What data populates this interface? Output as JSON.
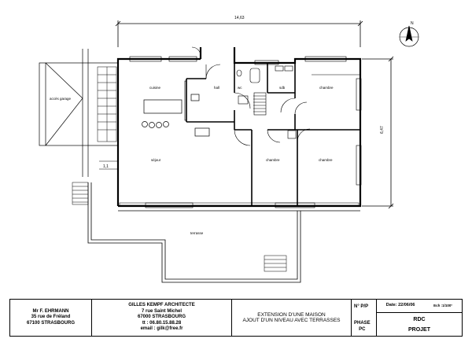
{
  "plan": {
    "rooms": {
      "cuisine": "cuisine",
      "hall": "hall",
      "wc": "wc",
      "sdb": "sdb",
      "chambre_top_right": "chambre",
      "chambre_mid": "chambre",
      "chambre_right": "chambre",
      "sejour": "séjour",
      "terrasse": "terrasse",
      "acces_garage": "accès garage"
    },
    "dimensions": {
      "width_total": "14,63",
      "height_total": "6,47",
      "small_dim": "1,1"
    },
    "north_label": "N"
  },
  "title_block": {
    "client_name": "Mr F. EHRMANN",
    "client_street": "35 rue de Fréland",
    "client_city": "67100 STRASBOURG",
    "architect_name": "GILLES KEMPF ARCHITECTE",
    "architect_street": "7 rue Saint Michel",
    "architect_city": "67000 STRASBOURG",
    "architect_phone": "tt : 06.80.15.88.28",
    "architect_email": "email : gilk@free.fr",
    "project_line1": "EXTENSION D'UNE MAISON",
    "project_line2": "AJOUT D'UN NIVEAU AVEC TERRASSES",
    "np_label": "N° P/P",
    "phase_label": "PHASE",
    "phase_value": "PC",
    "date_text": "Date: 22/06/06",
    "scale_text": "Ech :1/100°",
    "level": "RDC",
    "status": "PROJET"
  }
}
